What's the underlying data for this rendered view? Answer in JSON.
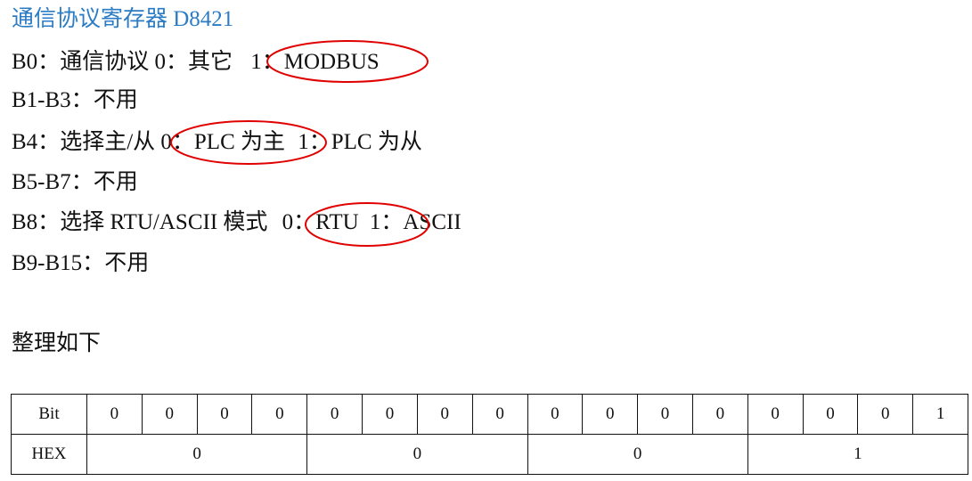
{
  "title": "通信协议寄存器 D8421",
  "lines": [
    {
      "label": "B0：",
      "desc": "通信协议 ",
      "opt0": "0：其它 ",
      "opt1": "1：MODBUS"
    },
    {
      "label": "B1-B3：",
      "desc": "不用"
    },
    {
      "label": "B4：",
      "desc": "选择主/从 ",
      "opt0": "0：PLC 为主",
      "opt1": " 1：PLC 为从"
    },
    {
      "label": "B5-B7：",
      "desc": "不用"
    },
    {
      "label": "B8：",
      "desc": "选择 RTU/ASCII 模式 ",
      "opt0": "0：RTU",
      "opt1": " 1：ASCII"
    },
    {
      "label": "B9-B15：",
      "desc": "不用"
    }
  ],
  "summary": "整理如下",
  "table": {
    "bit_label": "Bit",
    "hex_label": "HEX",
    "bits": [
      "0",
      "0",
      "0",
      "0",
      "0",
      "0",
      "0",
      "0",
      "0",
      "0",
      "0",
      "0",
      "0",
      "0",
      "0",
      "1"
    ],
    "hex": [
      "0",
      "0",
      "0",
      "1"
    ]
  },
  "highlight_color": "#e00000"
}
